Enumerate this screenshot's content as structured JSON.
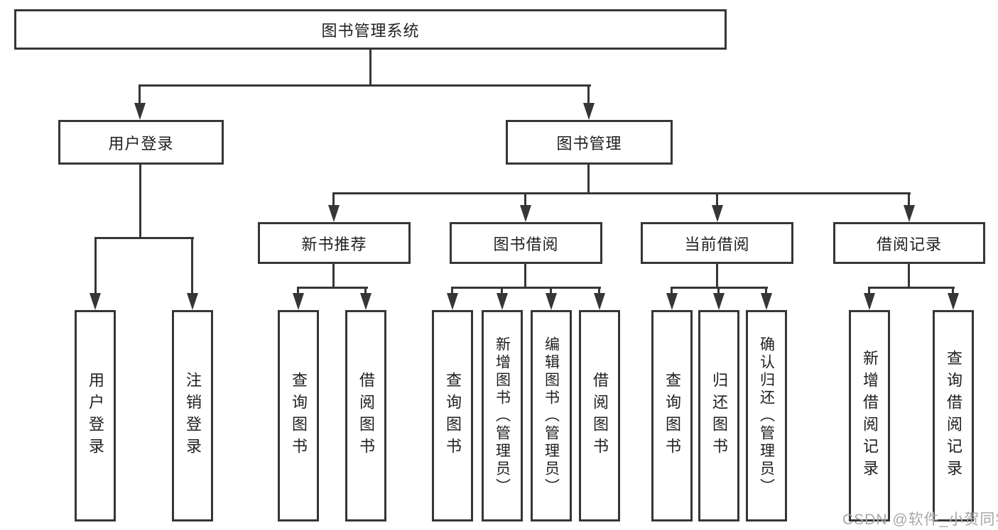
{
  "diagram": {
    "root": {
      "label": "图书管理系统"
    },
    "branches": [
      {
        "label": "用户登录",
        "leaves": [
          {
            "label": "用户登录"
          },
          {
            "label": "注销登录"
          }
        ]
      },
      {
        "label": "图书管理",
        "sections": [
          {
            "label": "新书推荐",
            "leaves": [
              {
                "label": "查询图书"
              },
              {
                "label": "借阅图书"
              }
            ]
          },
          {
            "label": "图书借阅",
            "leaves": [
              {
                "label": "查询图书"
              },
              {
                "label": "新增图书（管理员）"
              },
              {
                "label": "编辑图书（管理员）"
              },
              {
                "label": "借阅图书"
              }
            ]
          },
          {
            "label": "当前借阅",
            "leaves": [
              {
                "label": "查询图书"
              },
              {
                "label": "归还图书"
              },
              {
                "label": "确认归还（管理员）"
              }
            ]
          },
          {
            "label": "借阅记录",
            "leaves": [
              {
                "label": "新增借阅记录"
              },
              {
                "label": "查询借阅记录"
              }
            ]
          }
        ]
      }
    ],
    "watermark": "CSDN @软件_小贺同学",
    "colors": {
      "line": "#363636",
      "text": "#1f1f1f",
      "background": "#ffffff",
      "watermark": "#a8a8ac"
    }
  }
}
